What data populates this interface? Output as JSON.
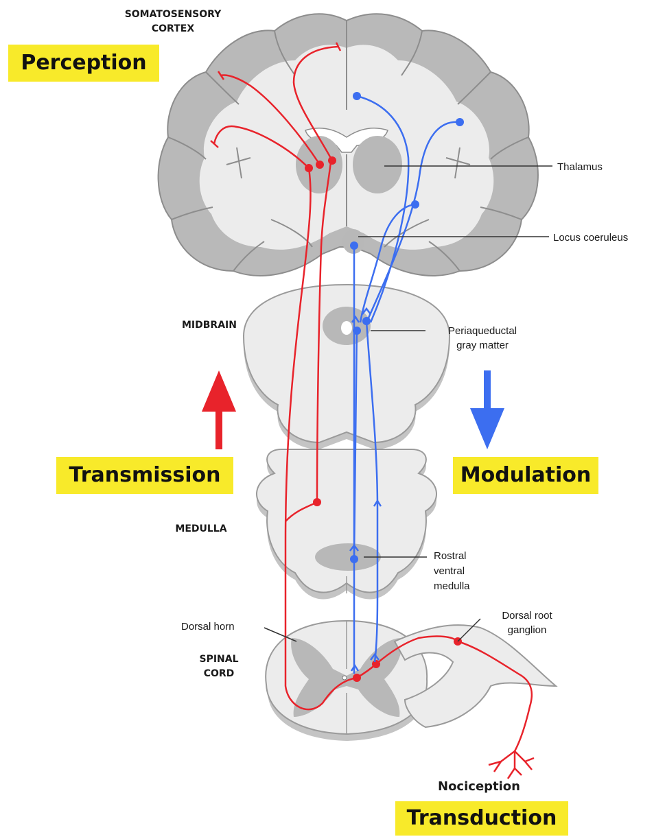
{
  "stages": {
    "perception": "Perception",
    "transmission": "Transmission",
    "modulation": "Modulation",
    "transduction": "Transduction"
  },
  "regions": {
    "cortex_line1": "SOMATOSENSORY",
    "cortex_line2": "CORTEX",
    "midbrain": "MIDBRAIN",
    "medulla": "MEDULLA",
    "spinal_cord_line1": "SPINAL",
    "spinal_cord_line2": "CORD"
  },
  "structures": {
    "thalamus": "Thalamus",
    "locus_coeruleus": "Locus coeruleus",
    "pag_line1": "Periaqueductal",
    "pag_line2": "gray matter",
    "rvm_line1": "Rostral",
    "rvm_line2": "ventral",
    "rvm_line3": "medulla",
    "dorsal_horn": "Dorsal horn",
    "drg_line1": "Dorsal root",
    "drg_line2": "ganglion",
    "nociception": "Nociception"
  },
  "colors": {
    "ascending_pathway": "#e8232b",
    "descending_pathway": "#3c6ef0",
    "stage_highlight": "#f8ea2a",
    "tissue_light": "#ececec",
    "tissue_dark": "#b8b8b8"
  }
}
